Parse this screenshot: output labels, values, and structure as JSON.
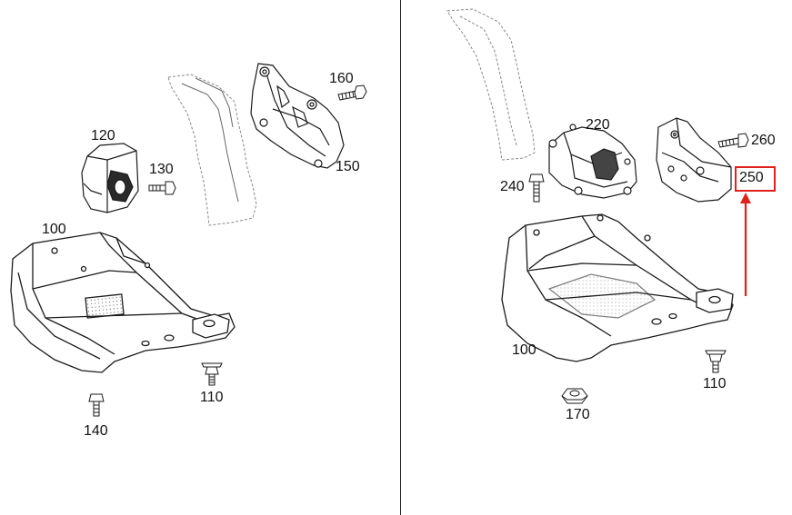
{
  "diagram": {
    "left_panel": {
      "callouts": {
        "c100": "100",
        "c110": "110",
        "c120": "120",
        "c130": "130",
        "c140": "140",
        "c150": "150",
        "c160": "160"
      }
    },
    "right_panel": {
      "callouts": {
        "c100": "100",
        "c110": "110",
        "c170": "170",
        "c220": "220",
        "c240": "240",
        "c250": "250",
        "c260": "260"
      },
      "highlighted_part": "250"
    },
    "colors": {
      "line": "#1a1a1a",
      "hatch": "#9a9a9a",
      "dashed": "#8a8a8a",
      "highlight": "#e0201b"
    }
  }
}
